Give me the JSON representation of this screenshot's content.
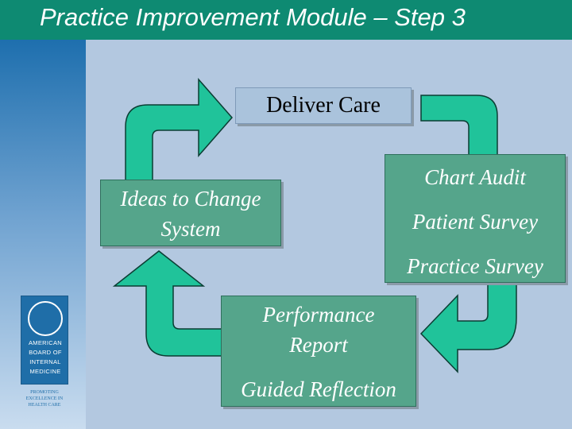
{
  "title": "Practice Improvement Module – Step 3",
  "steps": {
    "deliver_care": "Deliver Care",
    "data_collection": [
      "Chart Audit",
      "Patient Survey",
      "Practice Survey"
    ],
    "performance": [
      "Performance",
      "Report",
      "Guided Reflection"
    ],
    "ideas": [
      "Ideas to Change",
      "System"
    ]
  },
  "logo": {
    "lines": [
      "AMERICAN",
      "BOARD OF",
      "INTERNAL",
      "MEDICINE"
    ],
    "tagline": [
      "PROMOTING",
      "EXCELLENCE IN",
      "HEALTH CARE"
    ]
  },
  "colors": {
    "header": "#0e8a72",
    "background": "#b3c8e0",
    "box": "#55a58b",
    "arrow": "#20c39a"
  }
}
